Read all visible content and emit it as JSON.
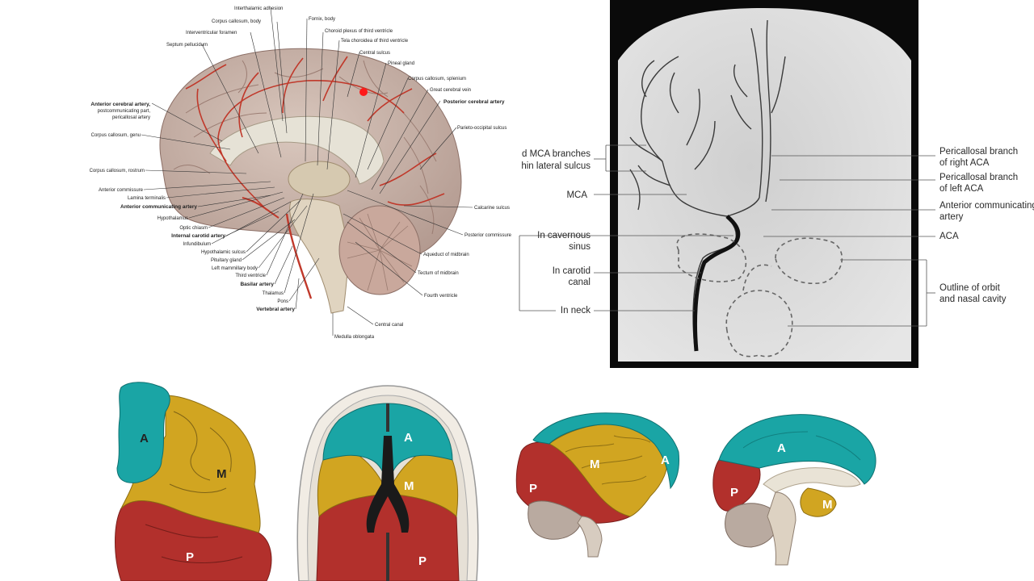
{
  "medial_brain": {
    "labels": [
      {
        "text": "Interthalamic adhesion",
        "bold": false
      },
      {
        "text": "Corpus callosum, body",
        "bold": false
      },
      {
        "text": "Fornix, body",
        "bold": false
      },
      {
        "text": "Interventricular foramen",
        "bold": false
      },
      {
        "text": "Choroid plexus of third ventricle",
        "bold": false
      },
      {
        "text": "Septum pellucidum",
        "bold": false
      },
      {
        "text": "Tela choroidea of third ventricle",
        "bold": false
      },
      {
        "text": "Central sulcus",
        "bold": false
      },
      {
        "text": "Pineal gland",
        "bold": false
      },
      {
        "text": "Corpus callosum, splenium",
        "bold": false
      },
      {
        "text": "Great cerebral vein",
        "bold": false
      },
      {
        "text": "Posterior cerebral artery",
        "bold": true
      },
      {
        "text": "Parieto-occipital sulcus",
        "bold": false
      },
      {
        "text": "Anterior cerebral artery,",
        "bold": true
      },
      {
        "text": "postcommunicating part,",
        "bold": false
      },
      {
        "text": "pericallosal artery",
        "bold": false
      },
      {
        "text": "Corpus callosum, genu",
        "bold": false
      },
      {
        "text": "Corpus callosum, rostrum",
        "bold": false
      },
      {
        "text": "Anterior commissure",
        "bold": false
      },
      {
        "text": "Lamina terminalis",
        "bold": false
      },
      {
        "text": "Anterior communicating artery",
        "bold": true
      },
      {
        "text": "Hypothalamus",
        "bold": false
      },
      {
        "text": "Optic chiasm",
        "bold": false
      },
      {
        "text": "Internal carotid artery",
        "bold": true
      },
      {
        "text": "Infundibulum",
        "bold": false
      },
      {
        "text": "Hypothalamic sulcus",
        "bold": false
      },
      {
        "text": "Pituitary gland",
        "bold": false
      },
      {
        "text": "Left mammillary body",
        "bold": false
      },
      {
        "text": "Third ventricle",
        "bold": false
      },
      {
        "text": "Basilar artery",
        "bold": true
      },
      {
        "text": "Thalamus",
        "bold": false
      },
      {
        "text": "Pons",
        "bold": false
      },
      {
        "text": "Vertebral artery",
        "bold": true
      },
      {
        "text": "Calcarine sulcus",
        "bold": false
      },
      {
        "text": "Posterior commissure",
        "bold": false
      },
      {
        "text": "Aqueduct of midbrain",
        "bold": false
      },
      {
        "text": "Tectum of midbrain",
        "bold": false
      },
      {
        "text": "Fourth ventricle",
        "bold": false
      },
      {
        "text": "Central canal",
        "bold": false
      },
      {
        "text": "Medulla oblongata",
        "bold": false
      }
    ]
  },
  "angiogram": {
    "left_labels": [
      "d MCA branches",
      "hin lateral sulcus",
      "MCA",
      "In cavernous",
      "sinus",
      "In carotid",
      "canal",
      "In neck"
    ],
    "right_labels": [
      "Pericallosal branch",
      "of right ACA",
      "Pericallosal branch",
      "of left ACA",
      "Anterior communicating",
      "artery",
      "ACA",
      "Outline of orbit",
      "and nasal cavity"
    ]
  },
  "territories": {
    "A": "A",
    "M": "M",
    "P": "P",
    "colors": {
      "A": "#1aa5a5",
      "M": "#d1a521",
      "P": "#b2302c"
    }
  }
}
